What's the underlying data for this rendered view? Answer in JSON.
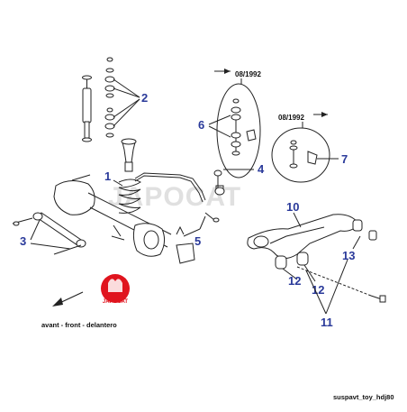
{
  "callouts": {
    "n1": "1",
    "n2": "2",
    "n3": "3",
    "n4": "4",
    "n5": "5",
    "n6": "6",
    "n7": "7",
    "n10": "10",
    "n11": "11",
    "n12a": "12",
    "n12b": "12",
    "n13": "13"
  },
  "notes": {
    "date_top": "08/1992",
    "date_right": "08/1992"
  },
  "watermark": "JAPOCAT",
  "logo_text": "JAPOCAT",
  "direction_label": "avant - front - delantero",
  "caption": "suspavt_toy_hdj80",
  "colors": {
    "callout": "#2a3a9a",
    "logo_red": "#e0141e",
    "line": "#222222"
  }
}
